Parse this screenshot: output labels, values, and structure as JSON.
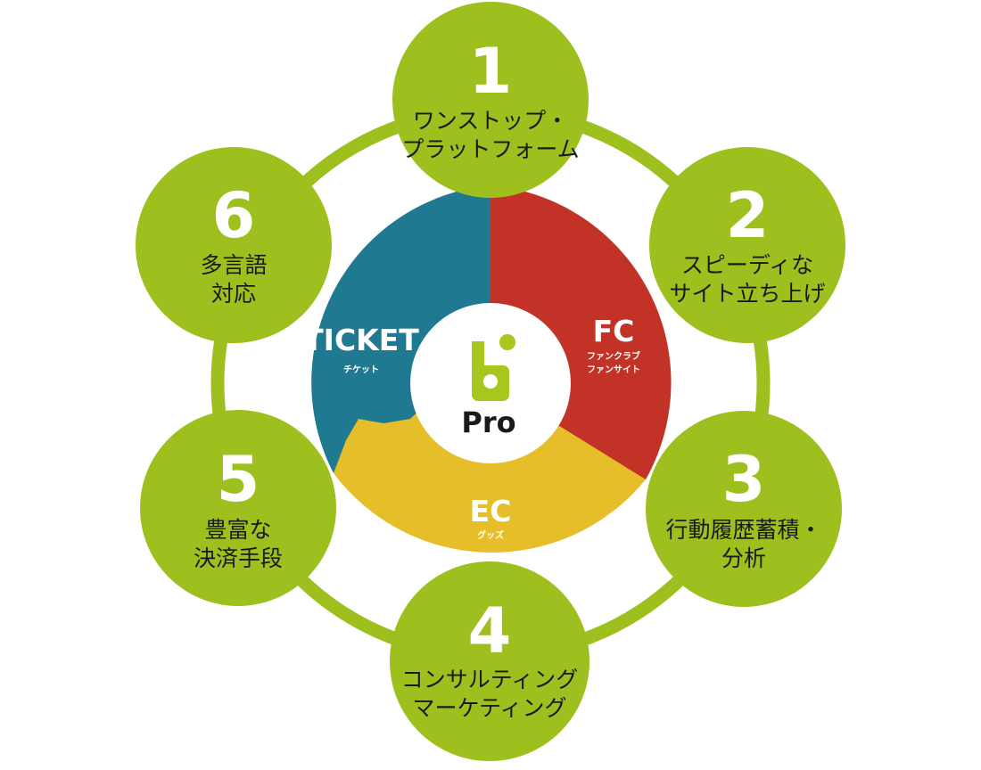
{
  "colors": {
    "green": "#9dc01f",
    "ring": "#9dc01f",
    "ticket": "#1f7a91",
    "fc": "#c23226",
    "ec": "#e6be2a",
    "logo_green": "#a7c71f",
    "text": "#1a1a1a"
  },
  "center": {
    "label": "Pro",
    "logo_icon": "b-logo-icon"
  },
  "segments": [
    {
      "id": "ticket",
      "label": "TICKET",
      "sublines": [
        "チケット"
      ]
    },
    {
      "id": "fc",
      "label": "FC",
      "sublines": [
        "ファンクラブ",
        "ファンサイト"
      ]
    },
    {
      "id": "ec",
      "label": "EC",
      "sublines": [
        "グッズ"
      ]
    }
  ],
  "features": [
    {
      "number": "1",
      "lines": [
        "ワンストップ・",
        "プラットフォーム"
      ]
    },
    {
      "number": "2",
      "lines": [
        "スピーディな",
        "サイト立ち上げ"
      ]
    },
    {
      "number": "3",
      "lines": [
        "行動履歴蓄積・",
        "分析"
      ]
    },
    {
      "number": "4",
      "lines": [
        "コンサルティング",
        "マーケティング"
      ]
    },
    {
      "number": "5",
      "lines": [
        "豊富な",
        "決済手段"
      ]
    },
    {
      "number": "6",
      "lines": [
        "多言語",
        "対応"
      ]
    }
  ]
}
